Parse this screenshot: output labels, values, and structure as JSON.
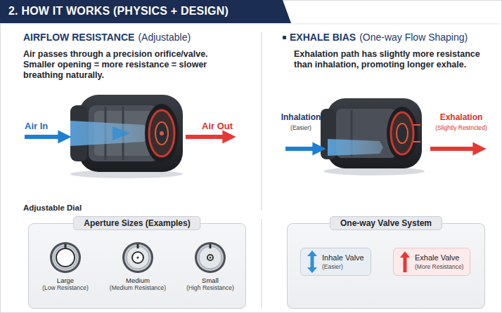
{
  "diagram": {
    "title": "2. HOW IT WORKS (PHYSICS + DESIGN)",
    "nodes": [
      {
        "text": [
          "Aperture Sizes (Examples)"
        ]
      },
      {
        "text": [
          "Large",
          "(Low Resistance)"
        ],
        "in": 0
      },
      {
        "text": [
          "Medium",
          "(Medium Resistance)"
        ],
        "in": 0
      },
      {
        "text": [
          "Small",
          "(High Resistance)"
        ],
        "in": 0
      },
      {
        "text": [
          "One-way Valve System"
        ]
      },
      {
        "text": [
          "Inhale Valve",
          "(Easier)"
        ],
        "in": 4
      },
      {
        "text": [
          "Exhale Valve",
          "(More Resistance)"
        ],
        "in": 4
      }
    ],
    "labels": [
      "AIRFLOW RESISTANCE",
      "(Adjustable)",
      "Air passes through a precision orifice/valve. Smaller opening = more resistance = slower breathing naturally.",
      "Air In",
      "Air Out",
      "Adjustable Dial",
      "EXHALE BIAS",
      "(One-way Flow Shaping)",
      "Exhalation path has slightly more resistance than inhalation, promoting longer exhale.",
      "Inhalation",
      "(Easier)",
      "Exhalation",
      "(Slightly Restricted)"
    ]
  }
}
